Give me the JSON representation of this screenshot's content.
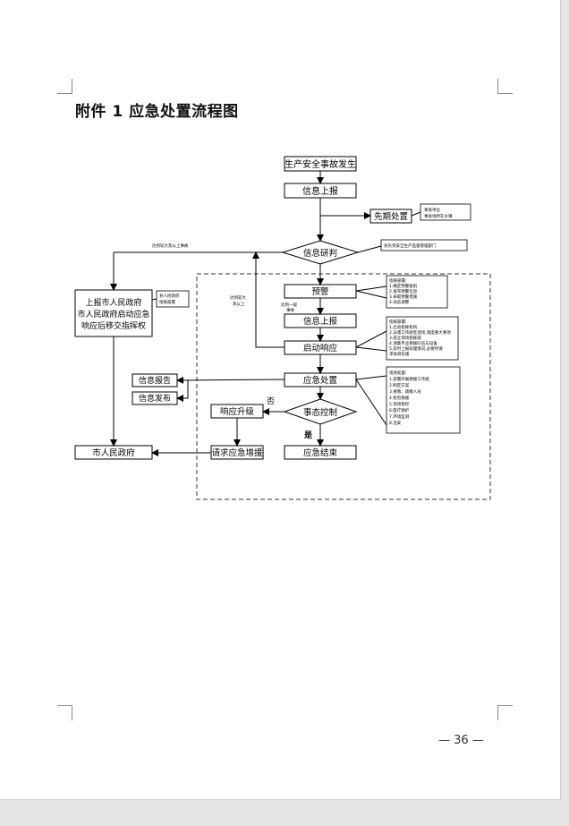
{
  "title": "附件 1 应急处置流程图",
  "page_number": "— 36 —",
  "nodes": {
    "occur": "生产安全事故发生",
    "report1": "信息上报",
    "first": "先期处置",
    "judge": "信息研判",
    "warn": "预警",
    "report2": "信息上报",
    "start": "启动响应",
    "handle": "应急处置",
    "control": "事态控制",
    "end": "应急结束",
    "upgrade": "响应升级",
    "request": "请求应急增援",
    "gov_box": [
      "上报市人民政府",
      "市人民政府启动应急",
      "响应后移交指挥权"
    ],
    "gov": "市人民政府",
    "info_report": "信息报告",
    "info_release": "信息发布"
  },
  "labels": {
    "yes": "是",
    "no": "否",
    "reach_major": "达到较大及以上事故",
    "reach_major_short_1": "达到较大",
    "reach_major_short_2": "及以上",
    "reach_general_1": "达到一般",
    "reach_general_2": "事故",
    "first_note": [
      "事发单位",
      "事发地所在乡镇"
    ],
    "judge_note": "县负责安全生产监督管理部门",
    "gov_note": [
      "县人民政府",
      "指挥部署"
    ],
    "warn_note": [
      "指挥部署:",
      "1.确定预警级别",
      "2.发布预警信息",
      "3.采取预警措施",
      "4.动态调整"
    ],
    "start_note": [
      "指挥部署:",
      "1.启动指挥机构",
      "2.派遣工作组赴现场,调度重大事项",
      "3.成立现场指挥部",
      "4.调集专业救援队伍与设备",
      "5.及时上报处理情况,必要时请",
      "求协调支援"
    ],
    "handle_note": [
      "现场处置:",
      "1.部署开展救援工作组",
      "2.制定方案",
      "3.搜救、疏散人员",
      "4.抢险救援",
      "5.现场管控",
      "6.医疗救护",
      "7.环境监测",
      "8.治安"
    ]
  }
}
